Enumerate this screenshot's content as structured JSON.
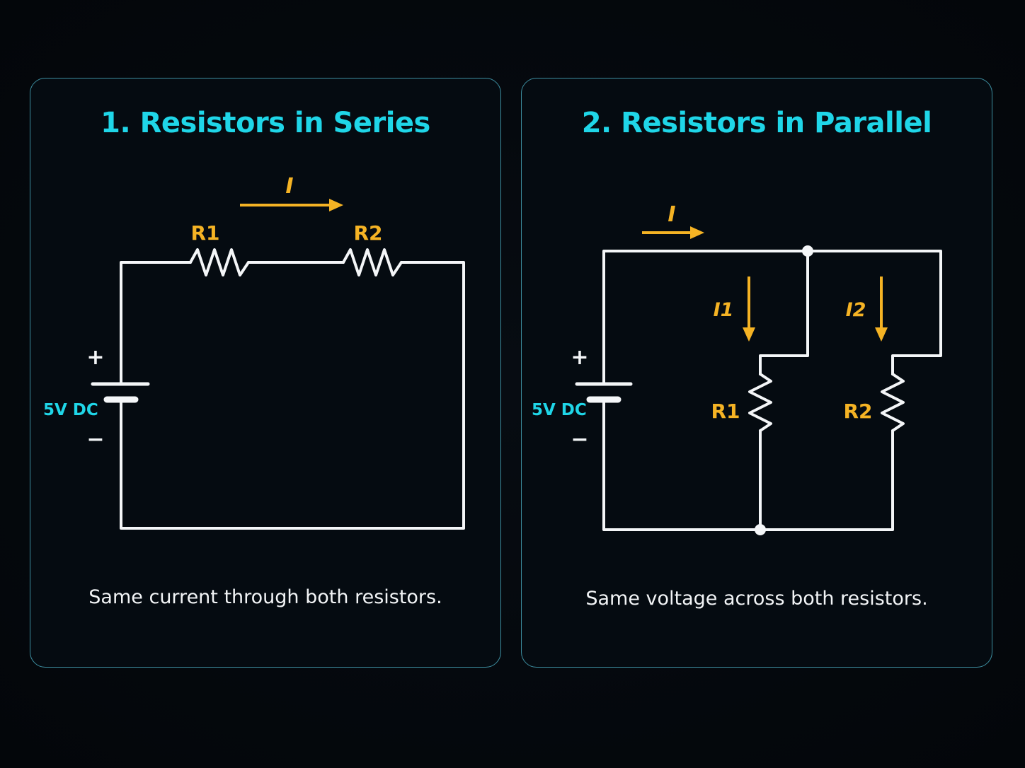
{
  "series_panel": {
    "title": "1. Resistors in Series",
    "current_label": "I",
    "r1_label": "R1",
    "r2_label": "R2",
    "plus": "+",
    "minus": "−",
    "source_label": "5V DC",
    "caption": "Same current through both resistors."
  },
  "parallel_panel": {
    "title": "2. Resistors in Parallel",
    "current_label": "I",
    "i1_label": "I1",
    "i2_label": "I2",
    "r1_label": "R1",
    "r2_label": "R2",
    "plus": "+",
    "minus": "−",
    "source_label": "5V DC",
    "caption": "Same voltage across both resistors."
  },
  "colors": {
    "title": "#1fd6e8",
    "wire": "#f4f6f8",
    "label": "#f5b324",
    "source_label": "#1fd6e8",
    "panel_border": "#3d8ea0",
    "background": "#04080d"
  }
}
